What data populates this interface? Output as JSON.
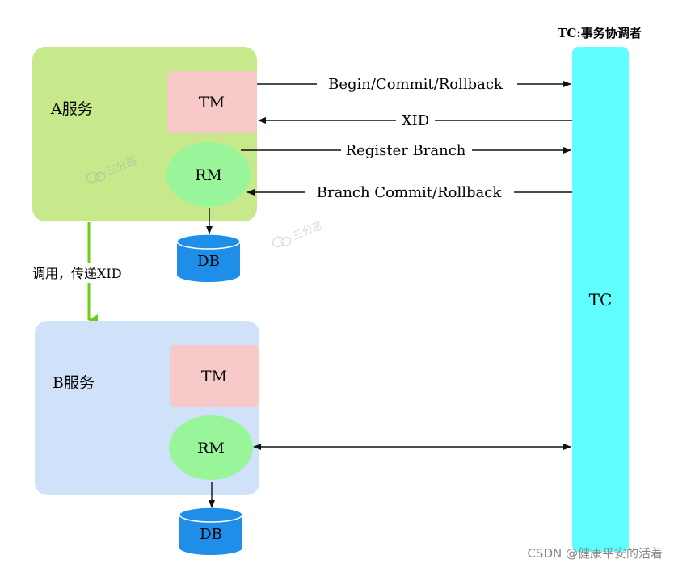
{
  "title": "TC:事务协调者",
  "services": {
    "a": {
      "label": "A服务",
      "tm": "TM",
      "rm": "RM",
      "db": "DB"
    },
    "b": {
      "label": "B服务",
      "tm": "TM",
      "rm": "RM",
      "db": "DB"
    }
  },
  "tc": {
    "label": "TC"
  },
  "flows": {
    "begin_commit_rollback": "Begin/Commit/Rollback",
    "xid": "XID",
    "register_branch": "Register Branch",
    "branch_commit_rollback": "Branch Commit/Rollback"
  },
  "call_label": "调用，传递XID",
  "watermark_text": "三分恶",
  "footer": "CSDN @健康平安的活着",
  "colors": {
    "a_box": "#c7e88b",
    "b_box": "#cfe2fa",
    "tm": "#f8c9c9",
    "rm": "#98f59a",
    "db": "#1f8ee8",
    "tc": "#60fefe",
    "call_arrow": "#6dcc1c"
  }
}
